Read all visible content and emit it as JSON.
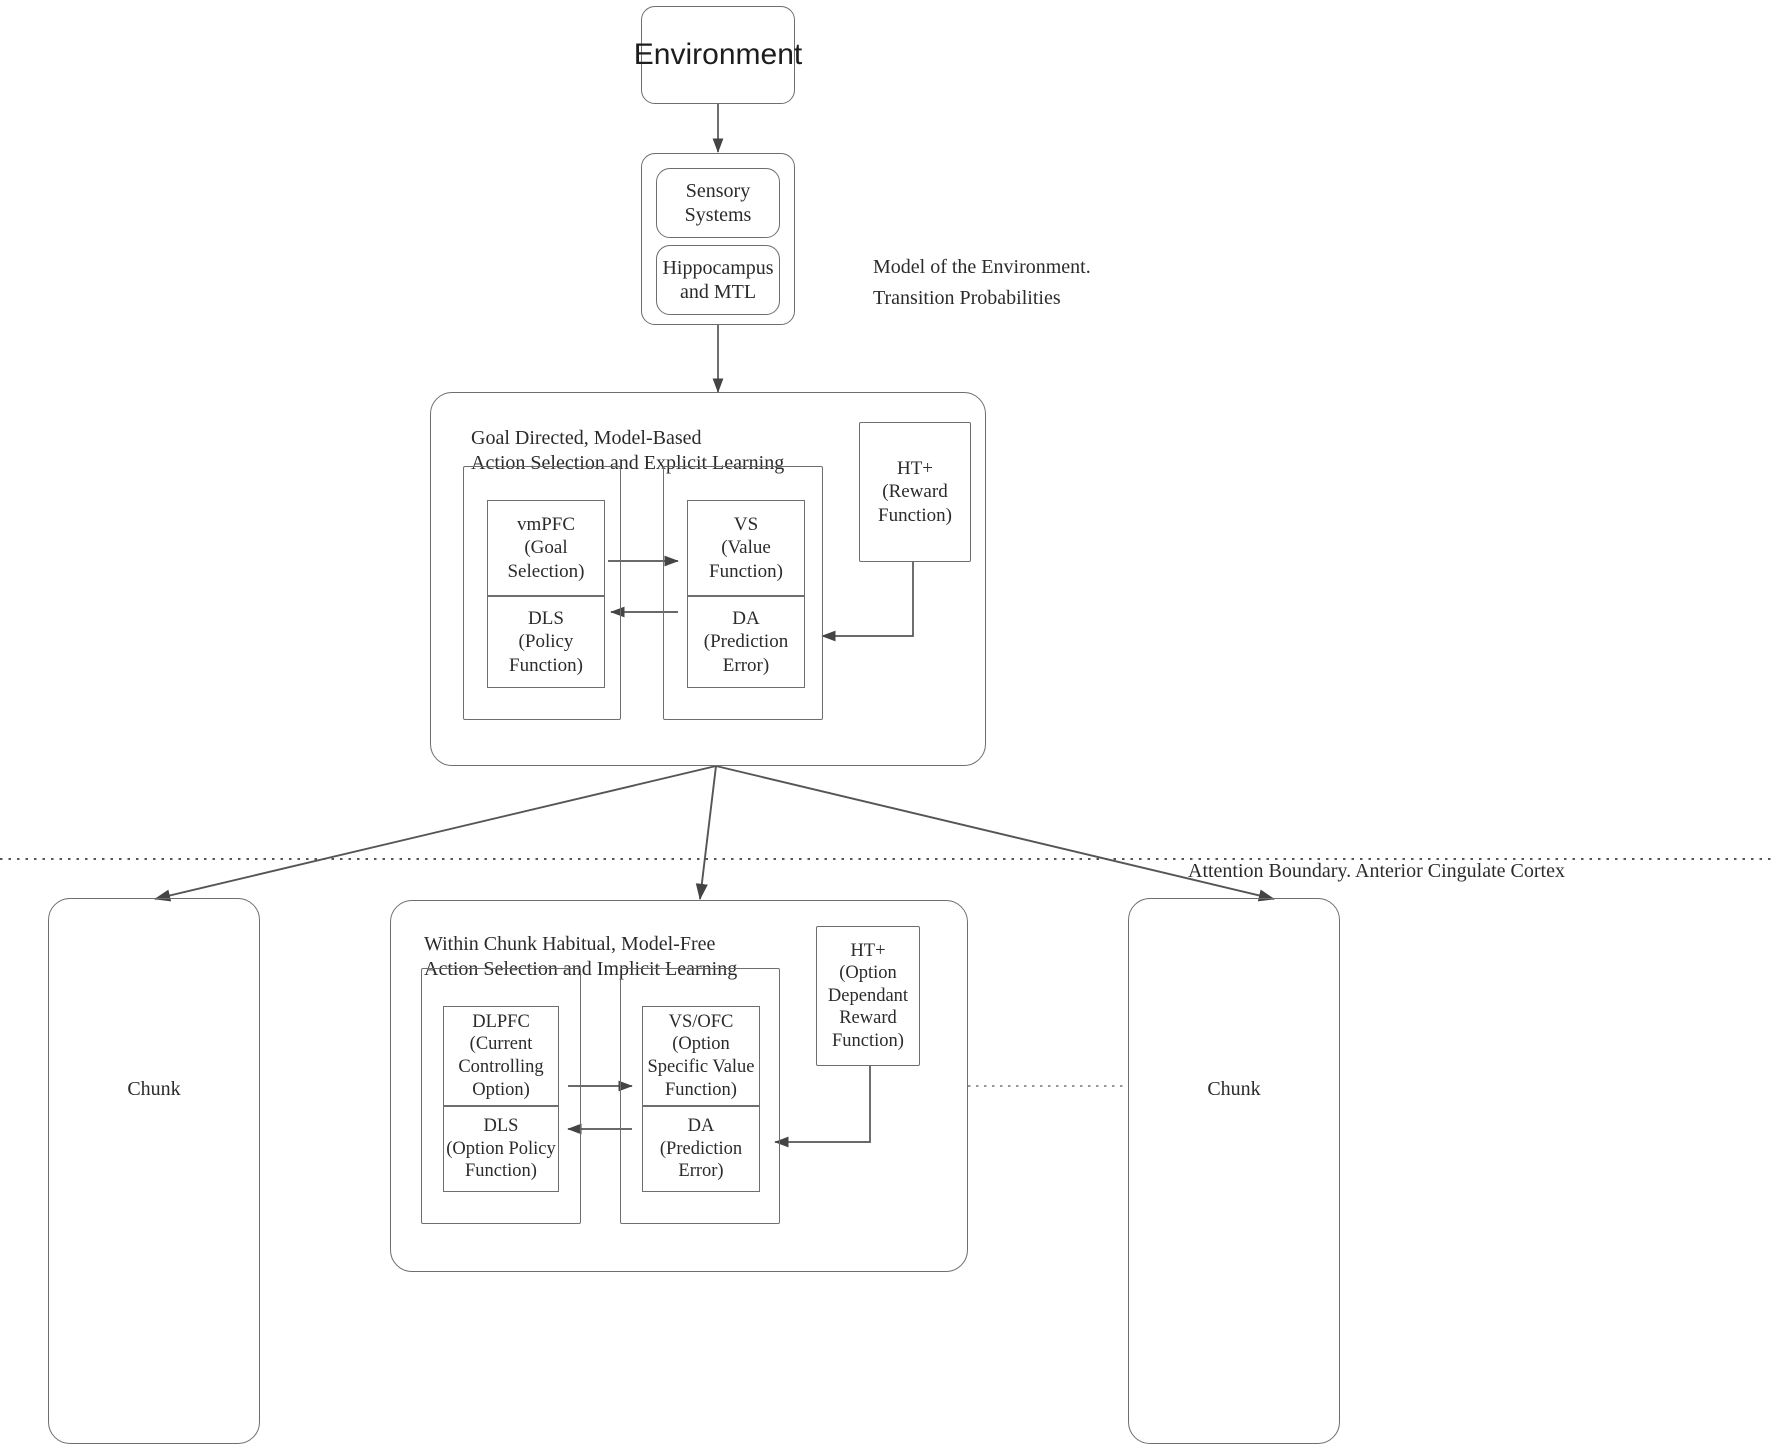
{
  "diagram": {
    "title_hidden": "",
    "environment": {
      "label": "Environment"
    },
    "perception": {
      "sensory": {
        "label": "Sensory\nSystems"
      },
      "hippocampus": {
        "label": "Hippocampus\nand MTL"
      }
    },
    "annotations": {
      "model_of_environment": "Model of the Environment.\nTransition Probabilities",
      "attention_boundary": "Attention Boundary. Anterior Cingulate Cortex"
    },
    "goal_directed_module": {
      "title": "Goal Directed, Model-Based\nAction Selection and Explicit Learning",
      "left_stack": [
        {
          "label": "vmPFC\n(Goal\nSelection)"
        },
        {
          "label": "DLS\n(Policy\nFunction)"
        }
      ],
      "right_stack": [
        {
          "label": "VS\n(Value\nFunction)"
        },
        {
          "label": "DA\n(Prediction\nError)"
        }
      ],
      "reward": {
        "label": "HT+\n(Reward\nFunction)"
      }
    },
    "habitual_module": {
      "title": "Within Chunk Habitual, Model-Free\nAction Selection and Implicit Learning",
      "left_stack": [
        {
          "label": "DLPFC\n(Current\nControlling\nOption)"
        },
        {
          "label": "DLS\n(Option Policy\nFunction)"
        }
      ],
      "right_stack": [
        {
          "label": "VS/OFC\n(Option\nSpecific Value\nFunction)"
        },
        {
          "label": "DA\n(Prediction\nError)"
        }
      ],
      "reward": {
        "label": "HT+\n(Option\nDependant\nReward\nFunction)"
      }
    },
    "chunks": {
      "left": {
        "label": "Chunk"
      },
      "right": {
        "label": "Chunk"
      }
    },
    "colors": {
      "stroke": "#6e6e6e",
      "text": "#2b2b2b",
      "background": "#ffffff",
      "arrow": "#555555"
    }
  }
}
